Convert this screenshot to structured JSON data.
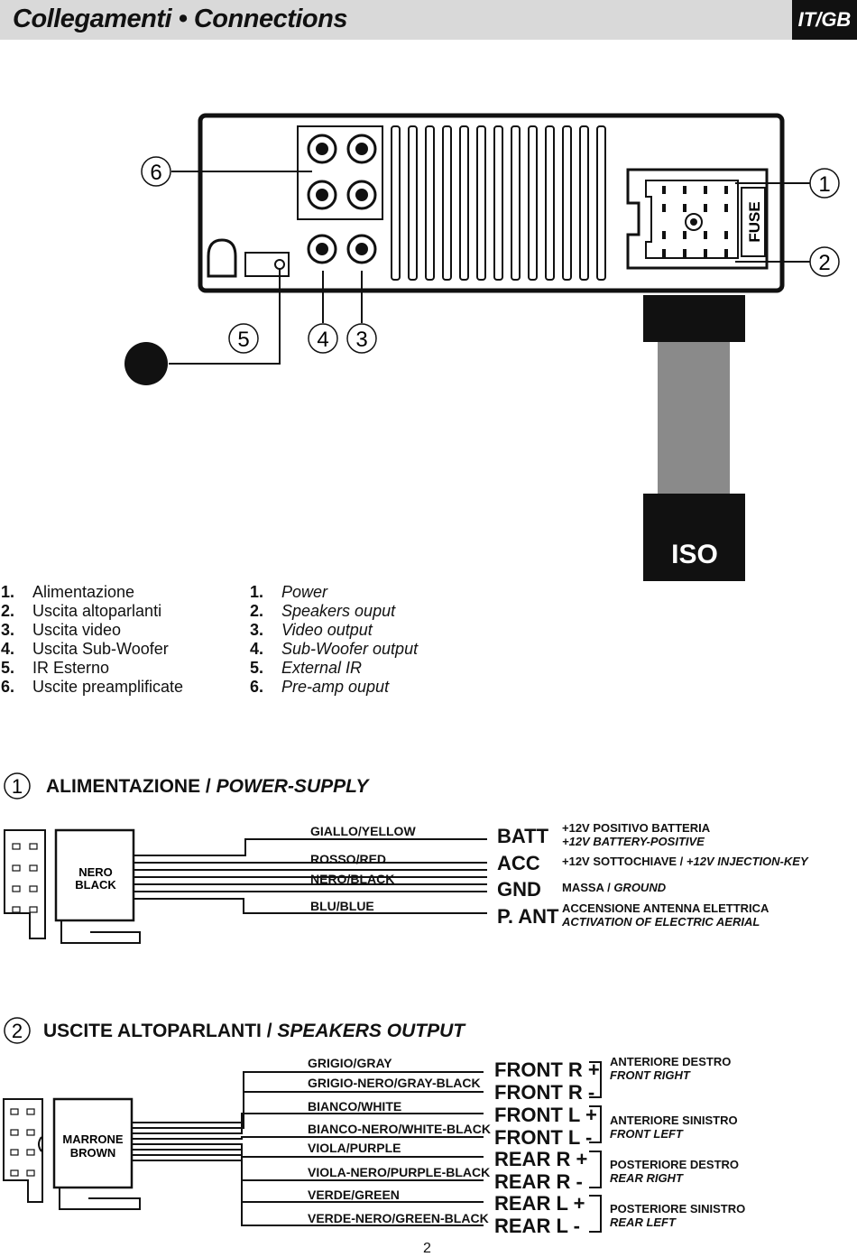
{
  "header": {
    "title": "Collegamenti • Connections",
    "lang": "IT/GB"
  },
  "device": {
    "callouts": [
      "6",
      "1",
      "2",
      "5",
      "4",
      "3"
    ],
    "fuse_label": "FUSE",
    "iso_label": "ISO"
  },
  "legend_it": [
    {
      "n": "1.",
      "text": "Alimentazione"
    },
    {
      "n": "2.",
      "text": "Uscita altoparlanti"
    },
    {
      "n": "3.",
      "text": "Uscita video"
    },
    {
      "n": "4.",
      "text": "Uscita Sub-Woofer"
    },
    {
      "n": "5.",
      "text": "IR Esterno"
    },
    {
      "n": "6.",
      "text": "Uscite preamplificate"
    }
  ],
  "legend_en": [
    {
      "n": "1.",
      "text": "Power"
    },
    {
      "n": "2.",
      "text": "Speakers ouput"
    },
    {
      "n": "3.",
      "text": "Video output"
    },
    {
      "n": "4.",
      "text": "Sub-Woofer output"
    },
    {
      "n": "5.",
      "text": "External IR"
    },
    {
      "n": "6.",
      "text": "Pre-amp ouput"
    }
  ],
  "section1": {
    "number": "1",
    "title_it": "ALIMENTAZIONE / ",
    "title_en": "POWER-SUPPLY",
    "connector_label": [
      "NERO",
      "BLACK"
    ],
    "wires": [
      "GIALLO/YELLOW",
      "ROSSO/RED",
      "NERO/BLACK",
      "BLU/BLUE"
    ],
    "terminals": [
      "BATT",
      "ACC",
      "GND",
      "P. ANT"
    ],
    "descriptions": [
      {
        "it": "+12V POSITIVO BATTERIA",
        "en": "+12V BATTERY-POSITIVE"
      },
      {
        "it": "+12V SOTTOCHIAVE / ",
        "en": "+12V INJECTION-KEY"
      },
      {
        "it": "MASSA / ",
        "en": "GROUND"
      },
      {
        "it": "ACCENSIONE ANTENNA ELETTRICA",
        "en": "ACTIVATION OF ELECTRIC AERIAL"
      }
    ]
  },
  "section2": {
    "number": "2",
    "title_it": "USCITE ALTOPARLANTI / ",
    "title_en": "SPEAKERS OUTPUT",
    "connector_label": [
      "MARRONE",
      "BROWN"
    ],
    "wires": [
      "GRIGIO/GRAY",
      "GRIGIO-NERO/GRAY-BLACK",
      "BIANCO/WHITE",
      "BIANCO-NERO/WHITE-BLACK",
      "VIOLA/PURPLE",
      "VIOLA-NERO/PURPLE-BLACK",
      "VERDE/GREEN",
      "VERDE-NERO/GREEN-BLACK"
    ],
    "terminals": [
      "FRONT R +",
      "FRONT R -",
      "FRONT L +",
      "FRONT L -",
      "REAR R +",
      "REAR R -",
      "REAR L +",
      "REAR L -"
    ],
    "groups": [
      {
        "it": "ANTERIORE DESTRO",
        "en": "FRONT RIGHT"
      },
      {
        "it": "ANTERIORE SINISTRO",
        "en": "FRONT LEFT"
      },
      {
        "it": "POSTERIORE DESTRO",
        "en": "REAR RIGHT"
      },
      {
        "it": "POSTERIORE SINISTRO",
        "en": "REAR LEFT"
      }
    ]
  },
  "page_number": "2"
}
